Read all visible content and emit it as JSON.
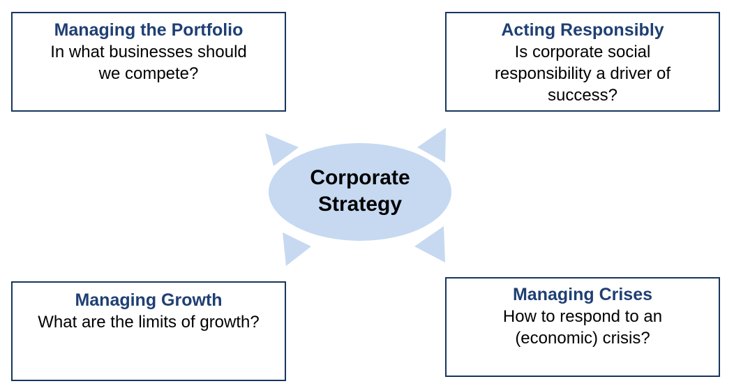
{
  "center": {
    "label": "Corporate\nStrategy",
    "fill_color": "#c6d9f1",
    "arrow_color": "#c6d9f1"
  },
  "boxes": [
    {
      "id": "portfolio",
      "title": "Managing the Portfolio",
      "text": "In what businesses should\nwe compete?"
    },
    {
      "id": "responsible",
      "title": "Acting Responsibly",
      "text": "Is corporate social\nresponsibility a driver of\nsuccess?"
    },
    {
      "id": "growth",
      "title": "Managing Growth",
      "text": "What are the limits of growth?"
    },
    {
      "id": "crises",
      "title": "Managing Crises",
      "text": "How to respond to an\n(economic) crisis?"
    }
  ],
  "colors": {
    "title_color": "#1f3f73",
    "border_color": "#17365d"
  }
}
